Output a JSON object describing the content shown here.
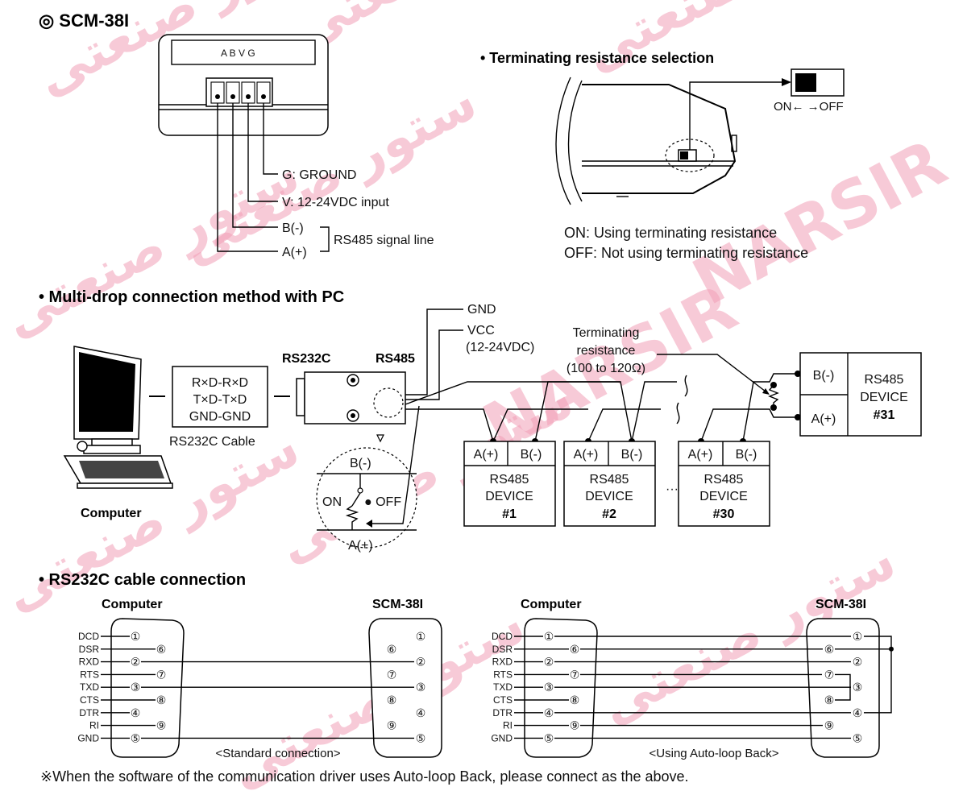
{
  "watermark": {
    "text_a": "ستور صنعتی",
    "text_b": "NARSIR",
    "color": "#f2a0b8"
  },
  "model": {
    "title": "◎ SCM-38I",
    "terminal_letters": "A B V G"
  },
  "terminals": {
    "ground": "G: GROUND",
    "vin": "V: 12-24VDC input",
    "b": "B(-)",
    "a": "A(+)",
    "signal": "RS485 signal line"
  },
  "term_res": {
    "title": "• Terminating resistance selection",
    "on_off": "ON←  →OFF",
    "on_desc": "ON: Using terminating resistance",
    "off_desc": "OFF: Not using terminating resistance"
  },
  "multidrop": {
    "title": "• Multi-drop connection method with PC",
    "computer": "Computer",
    "cable_lines": [
      "R×D-R×D",
      "T×D-T×D",
      "GND-GND"
    ],
    "cable_label": "RS232C Cable",
    "rs232c": "RS232C",
    "rs485": "RS485",
    "gnd": "GND",
    "vcc": "VCC",
    "vcc_range": "(12-24VDC)",
    "term1": "Terminating",
    "term2": "resistance",
    "term3": "(100 to 120Ω)",
    "bminus": "B(-)",
    "aplus": "A(+)",
    "on": "ON",
    "off": "● OFF",
    "ellipsis": "···",
    "devices": [
      {
        "a": "A(+)",
        "b": "B(-)",
        "l1": "RS485",
        "l2": "DEVICE",
        "num": "#1"
      },
      {
        "a": "A(+)",
        "b": "B(-)",
        "l1": "RS485",
        "l2": "DEVICE",
        "num": "#2"
      },
      {
        "a": "A(+)",
        "b": "B(-)",
        "l1": "RS485",
        "l2": "DEVICE",
        "num": "#30"
      }
    ],
    "last_device": {
      "b": "B(-)",
      "a": "A(+)",
      "l1": "RS485",
      "l2": "DEVICE",
      "num": "#31"
    }
  },
  "rs232": {
    "title": "• RS232C cable connection",
    "computer": "Computer",
    "scm": "SCM-38I",
    "signals": [
      "DCD",
      "DSR",
      "RXD",
      "RTS",
      "TXD",
      "CTS",
      "DTR",
      "RI",
      "GND"
    ],
    "pins": [
      "①",
      "⑥",
      "②",
      "⑦",
      "③",
      "⑧",
      "④",
      "⑨",
      "⑤"
    ],
    "standard": "<Standard connection>",
    "autoloop": "<Using Auto-loop Back>",
    "note": "※When the software of the communication driver uses Auto-loop Back, please connect as the above."
  }
}
